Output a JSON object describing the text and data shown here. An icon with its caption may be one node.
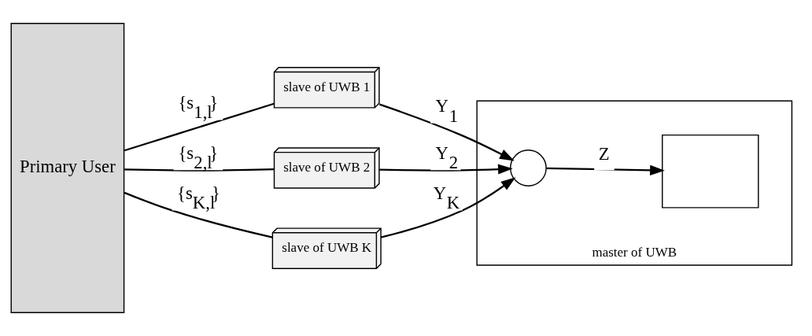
{
  "diagram": {
    "nodes": [
      {
        "text": [
          "Primary User"
        ]
      },
      {
        "text": [
          "slave of UWB 1"
        ]
      },
      {
        "text": [
          "slave of UWB 2"
        ]
      },
      {
        "text": [
          "slave of UWB K"
        ]
      },
      {
        "text": [
          "master of UWB"
        ]
      },
      {
        "text": [],
        "shape": "circle",
        "in": 4
      },
      {
        "text": [],
        "shape": "box",
        "in": 4
      }
    ],
    "edges": [
      {
        "from": 0,
        "to": 1,
        "arrow": "none",
        "label": "{s$_{1,l}$}"
      },
      {
        "from": 0,
        "to": 2,
        "arrow": "none",
        "label": "{s$_{2,l}$}"
      },
      {
        "from": 0,
        "to": 3,
        "arrow": "none",
        "label": "{s$_{K,l}$}"
      },
      {
        "from": 1,
        "to": 5,
        "arrow": "to",
        "label": "Y$_{1}$"
      },
      {
        "from": 2,
        "to": 5,
        "arrow": "to",
        "label": "Y$_{2}$"
      },
      {
        "from": 3,
        "to": 5,
        "arrow": "to",
        "label": "Y$_{K}$"
      },
      {
        "from": 5,
        "to": 6,
        "arrow": "to",
        "label": "Z"
      }
    ]
  }
}
